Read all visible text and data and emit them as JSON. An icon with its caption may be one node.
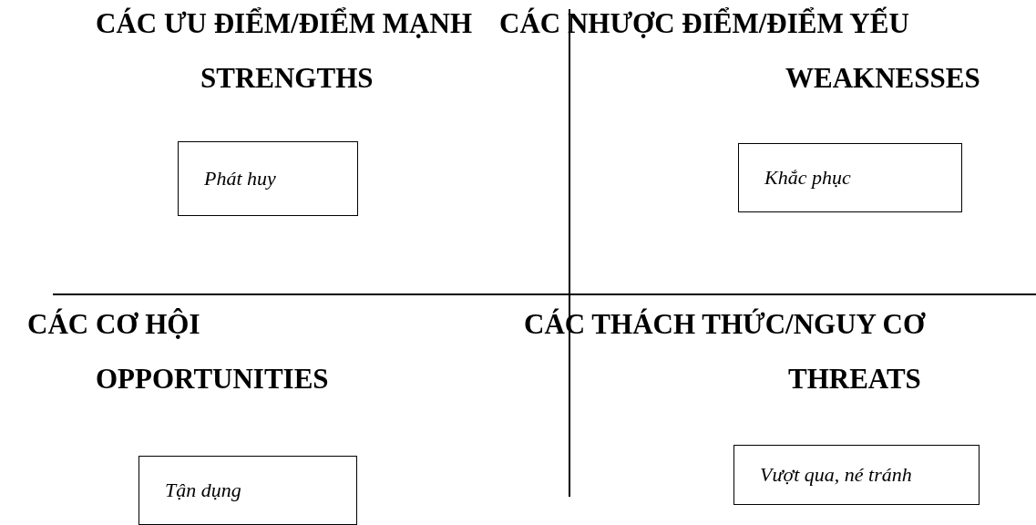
{
  "diagram": {
    "nodes": [
      {
        "text": [
          "Phát huy"
        ]
      },
      {
        "text": [
          "Khắc phục"
        ]
      },
      {
        "text": [
          "Tận dụng"
        ]
      },
      {
        "text": [
          "Vượt qua, né tránh"
        ]
      }
    ],
    "labels": [
      "CÁC ƯU ĐIỂM/ĐIỂM MẠNH",
      "STRENGTHS",
      "CÁC NHƯỢC ĐIỂM/ĐIỂM YẾU",
      "WEAKNESSES",
      "CÁC CƠ HỘI",
      "OPPORTUNITIES",
      "CÁC THÁCH THỨC/NGUY CƠ",
      "THREATS"
    ]
  }
}
